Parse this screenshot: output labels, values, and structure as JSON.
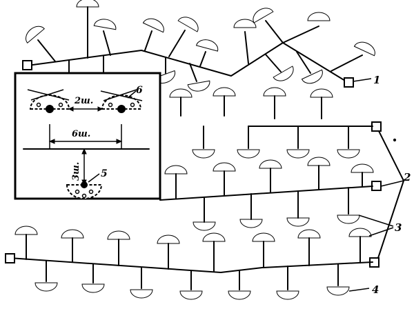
{
  "labels": {
    "ref_1": "1",
    "ref_2": "2",
    "ref_3": "3",
    "ref_4": "4",
    "ref_5": "5",
    "ref_6": "6"
  },
  "inset": {
    "dim_top": "2ш.",
    "dim_mid": "6ш.",
    "dim_vertical": "3ш."
  }
}
